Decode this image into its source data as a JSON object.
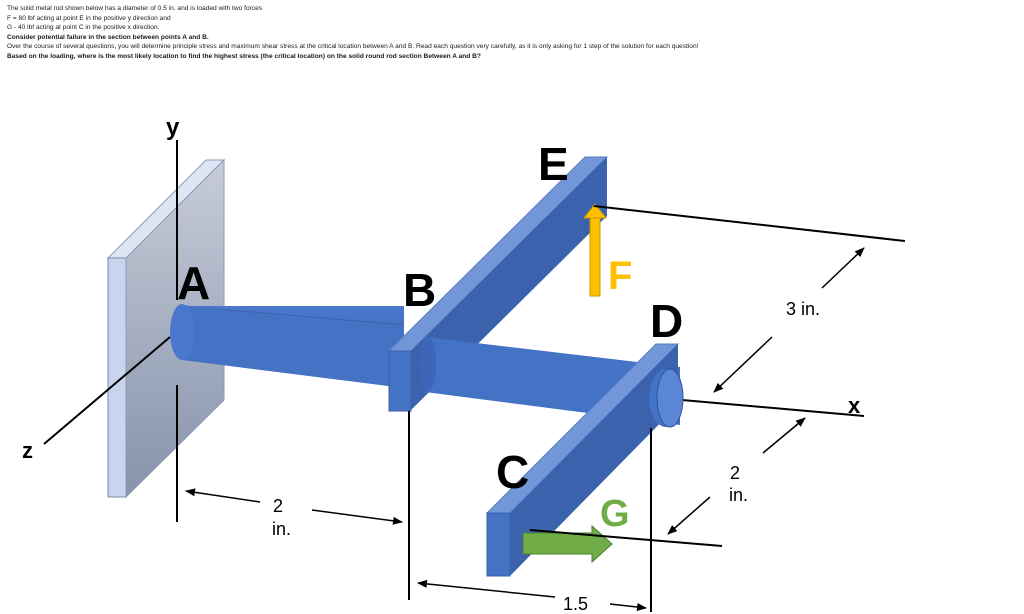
{
  "problem": {
    "lines": [
      {
        "text": "The solid metal rod shown below has a diameter of 0.5 in. and is loaded with two forces",
        "bold": false
      },
      {
        "text": " F = 80 lbf acting at point E in the positive y direction and",
        "bold": false
      },
      {
        "text": "G - 40 lbf acting at point C in the positive x direction.",
        "bold": false
      },
      {
        "text": "Consider potential failure in the section between points A and B.",
        "bold": true
      },
      {
        "text": "Over the course of several questions, you will determine principle stress and maximum shear stress at the critical location between A and B. Read each question very carefully, as it is only asking for 1 step of the solution for each question!",
        "bold": false
      },
      {
        "text": "Based on the loading, where is the most likely location to find the highest stress (the critical location) on the solid round rod section Between A and B?",
        "bold": true
      }
    ]
  },
  "figure": {
    "axes": {
      "x": "x",
      "y": "y",
      "z": "z"
    },
    "points": {
      "A": "A",
      "B": "B",
      "C": "C",
      "D": "D",
      "E": "E"
    },
    "forces": {
      "F": {
        "label": "F",
        "color": "#FFC000"
      },
      "G": {
        "label": "G",
        "color": "#70AD47"
      }
    },
    "dimensions": {
      "ab": {
        "value": "2",
        "unit": "in."
      },
      "bd": {
        "value": "1.5",
        "unit": ""
      },
      "cd": {
        "value": "2",
        "unit": "in."
      },
      "ed": {
        "value": "3 in.",
        "unit": ""
      }
    },
    "colors": {
      "rod": "#4472C4",
      "rod_dark": "#2F5597",
      "rod_light": "#6A8FD8",
      "wall": "#9FA9BF"
    }
  }
}
